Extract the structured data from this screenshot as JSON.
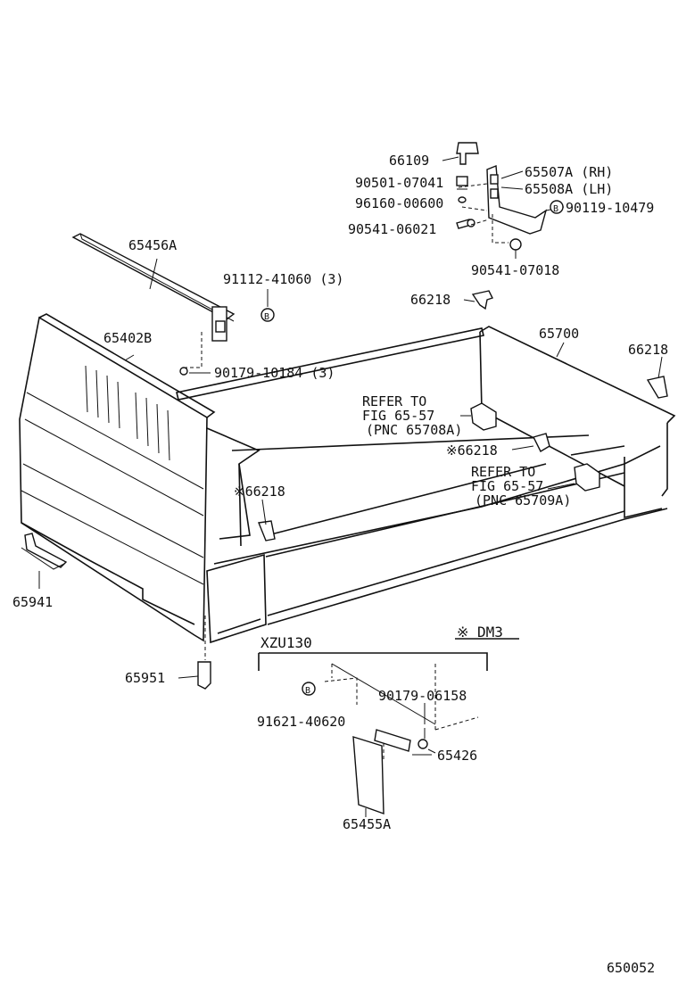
{
  "labels": {
    "p66109": "66109",
    "p90501": "90501-07041",
    "p96160": "96160-00600",
    "p90541a": "90541-06021",
    "p65507": "65507A (RH)",
    "p65508": "65508A (LH)",
    "p90119": "90119-10479",
    "p90541b": "90541-07018",
    "p65456": "65456A",
    "p91112": "91112-41060 (3)",
    "p66218a": "66218",
    "p65402": "65402B",
    "p65700": "65700",
    "p66218b": "66218",
    "p90179a": "90179-10184 (3)",
    "ref1a": "REFER TO",
    "ref1b": "FIG 65-57",
    "ref1c": "(PNC 65708A)",
    "p66218c": "※66218",
    "ref2a": "REFER TO",
    "ref2b": "FIG 65-57",
    "ref2c": "(PNC 65709A)",
    "p66218d": "※66218",
    "p65941": "65941",
    "dm3": "※ DM3",
    "xzu": "XZU130",
    "p65951": "65951",
    "p90179b": "90179-06158",
    "p91621": "91621-40620",
    "p65426": "65426",
    "p65455": "65455A",
    "figno": "650052"
  },
  "marks": {
    "bolt_symbol": "B"
  }
}
